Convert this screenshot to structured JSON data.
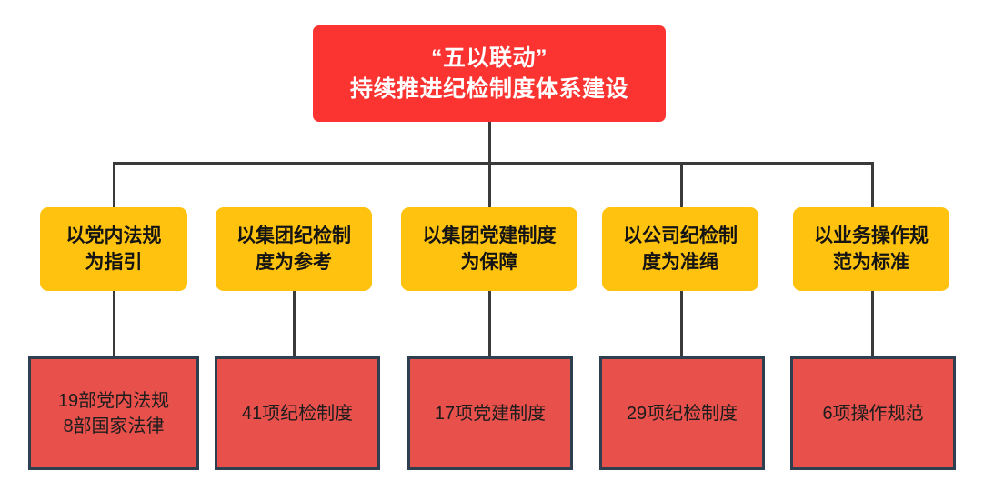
{
  "diagram": {
    "type": "hierarchy-tree",
    "title_node": {
      "lines": [
        "“五以联动”",
        "持续推进纪检制度体系建设"
      ],
      "fill_color": "#FB3331",
      "text_color": "#FFFFFF"
    },
    "level2_fill_color": "#FFC20E",
    "level3_fill_color": "#E8504C",
    "level3_border_color": "#2E3F50",
    "connector_color": "#3A3A3A",
    "branches": [
      {
        "principle": {
          "lines": [
            "以党内法规",
            "为指引"
          ]
        },
        "result": {
          "lines": [
            "19部党内法规",
            "8部国家法律"
          ]
        }
      },
      {
        "principle": {
          "lines": [
            "以集团纪检制",
            "度为参考"
          ]
        },
        "result": {
          "lines": [
            "41项纪检制度"
          ]
        }
      },
      {
        "principle": {
          "lines": [
            "以集团党建制度",
            "为保障"
          ]
        },
        "result": {
          "lines": [
            "17项党建制度"
          ]
        }
      },
      {
        "principle": {
          "lines": [
            "以公司纪检制",
            "度为准绳"
          ]
        },
        "result": {
          "lines": [
            "29项纪检制度"
          ]
        }
      },
      {
        "principle": {
          "lines": [
            "以业务操作规",
            "范为标准"
          ]
        },
        "result": {
          "lines": [
            "6项操作规范"
          ]
        }
      }
    ]
  }
}
